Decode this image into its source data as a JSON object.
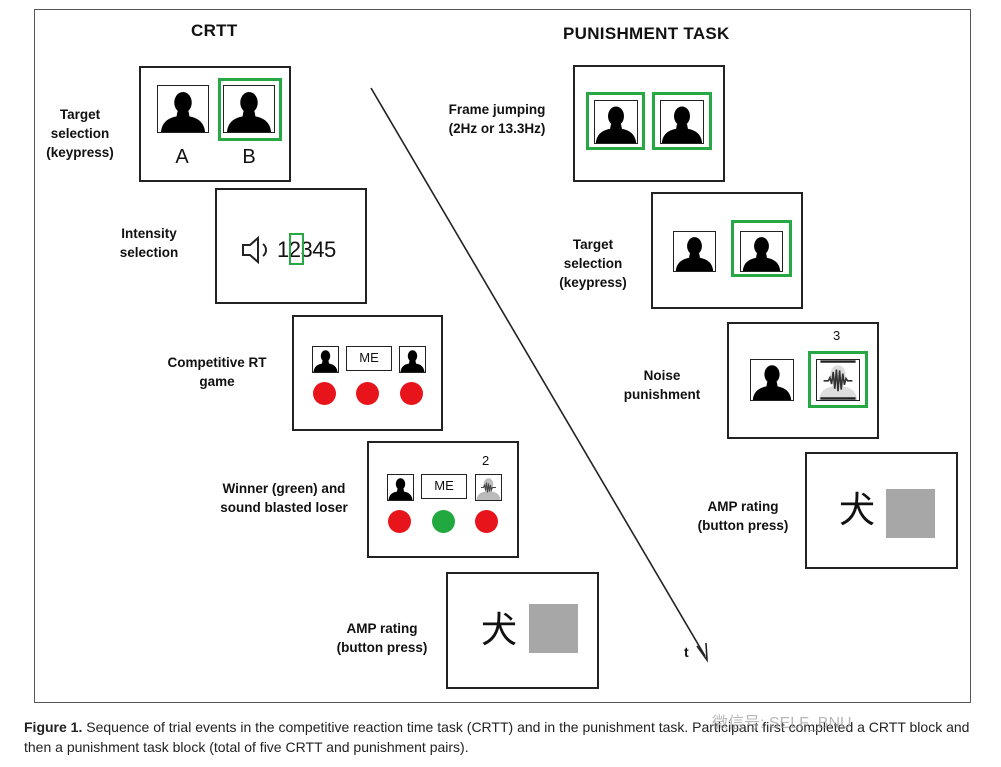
{
  "headings": {
    "left": "CRTT",
    "right": "PUNISHMENT TASK"
  },
  "crtt": {
    "target_selection": {
      "label": "Target\nselection\n(keypress)",
      "option_a": "A",
      "option_b": "B"
    },
    "intensity_selection": {
      "label": "Intensity\nselection",
      "scale": "12345"
    },
    "competitive_rt": {
      "label": "Competitive RT\ngame",
      "center_label": "ME"
    },
    "winner": {
      "label": "Winner (green) and\nsound blasted loser",
      "center_label": "ME",
      "number": "2"
    },
    "amp_rating": {
      "label": "AMP rating\n(button press)",
      "character": "犬"
    }
  },
  "punishment": {
    "frame_jumping": {
      "label": "Frame jumping\n(2Hz or 13.3Hz)"
    },
    "target_selection": {
      "label": "Target\nselection\n(keypress)"
    },
    "noise_punishment": {
      "label": "Noise\npunishment",
      "number": "3"
    },
    "amp_rating": {
      "label": "AMP rating\n(button press)",
      "character": "犬"
    }
  },
  "time_axis_label": "t",
  "caption": {
    "figure_label": "Figure 1.",
    "text": " Sequence of trial events in the competitive reaction time task (CRTT) and in the punishment task. Participant first completed a CRTT block and then a punishment task block (total of five CRTT and punishment pairs)."
  },
  "watermark": "微信号: SELF_BNU",
  "colors": {
    "selection_green": "#27a845",
    "dot_red": "#e8141b",
    "dot_green": "#21a83e",
    "noise_grey": "#a7a7a7"
  }
}
